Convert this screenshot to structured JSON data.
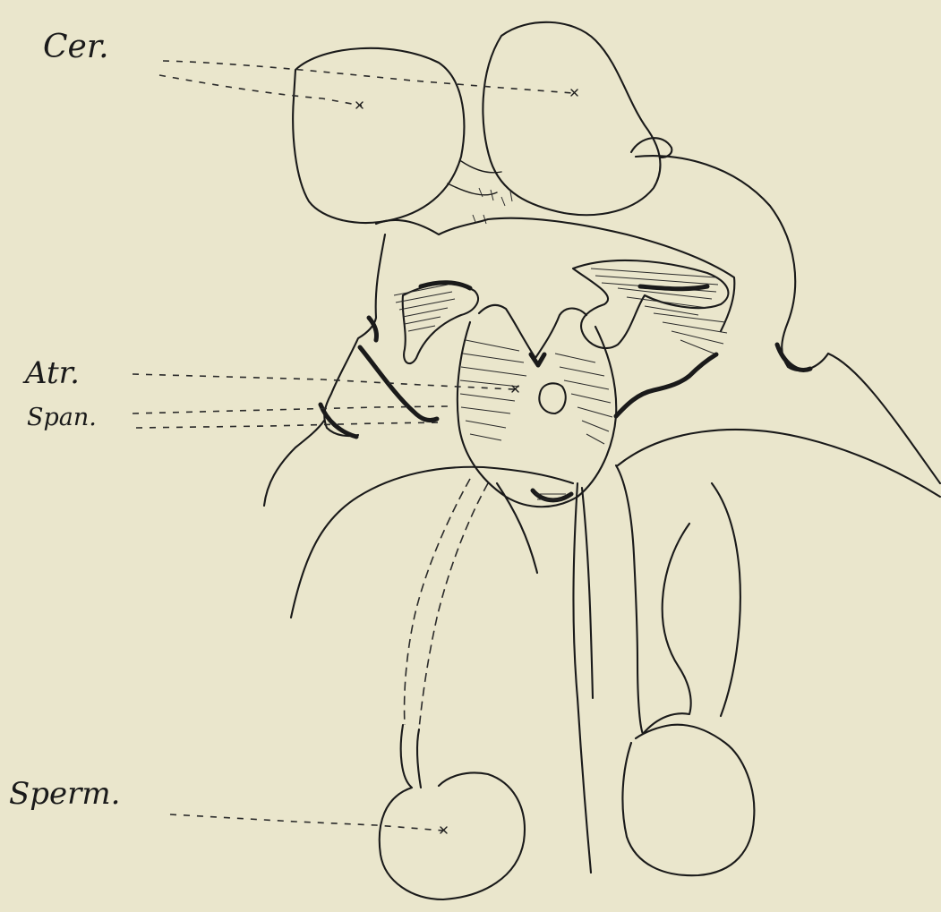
{
  "labels": {
    "cer": "Cer.",
    "atr": "Atr.",
    "span": "Span.",
    "sperm": "Sperm."
  },
  "colors": {
    "paper": "#eae6cc",
    "ink": "#1a1a1a"
  }
}
